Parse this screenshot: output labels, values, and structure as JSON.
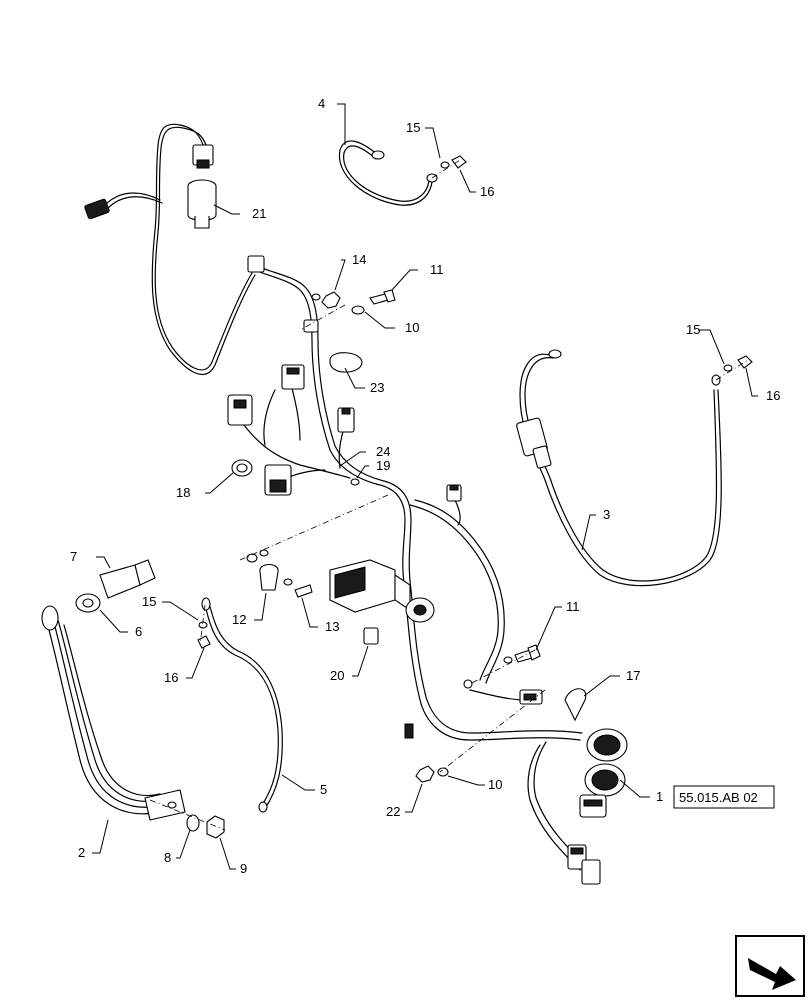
{
  "diagram": {
    "callouts": [
      {
        "id": "c1",
        "text": "1"
      },
      {
        "id": "c2",
        "text": "2"
      },
      {
        "id": "c3",
        "text": "3"
      },
      {
        "id": "c4",
        "text": "4"
      },
      {
        "id": "c5",
        "text": "5"
      },
      {
        "id": "c6",
        "text": "6"
      },
      {
        "id": "c7",
        "text": "7"
      },
      {
        "id": "c8",
        "text": "8"
      },
      {
        "id": "c9",
        "text": "9"
      },
      {
        "id": "c10a",
        "text": "10"
      },
      {
        "id": "c10b",
        "text": "10"
      },
      {
        "id": "c11a",
        "text": "11"
      },
      {
        "id": "c11b",
        "text": "11"
      },
      {
        "id": "c12",
        "text": "12"
      },
      {
        "id": "c13",
        "text": "13"
      },
      {
        "id": "c14",
        "text": "14"
      },
      {
        "id": "c15a",
        "text": "15"
      },
      {
        "id": "c15b",
        "text": "15"
      },
      {
        "id": "c15c",
        "text": "15"
      },
      {
        "id": "c16a",
        "text": "16"
      },
      {
        "id": "c16b",
        "text": "16"
      },
      {
        "id": "c16c",
        "text": "16"
      },
      {
        "id": "c17",
        "text": "17"
      },
      {
        "id": "c18",
        "text": "18"
      },
      {
        "id": "c19",
        "text": "19"
      },
      {
        "id": "c20",
        "text": "20"
      },
      {
        "id": "c21",
        "text": "21"
      },
      {
        "id": "c22",
        "text": "22"
      },
      {
        "id": "c23",
        "text": "23"
      },
      {
        "id": "c24",
        "text": "24"
      }
    ],
    "reference_box": "55.015.AB 02",
    "nav_icon": "next-page-arrow-icon"
  }
}
